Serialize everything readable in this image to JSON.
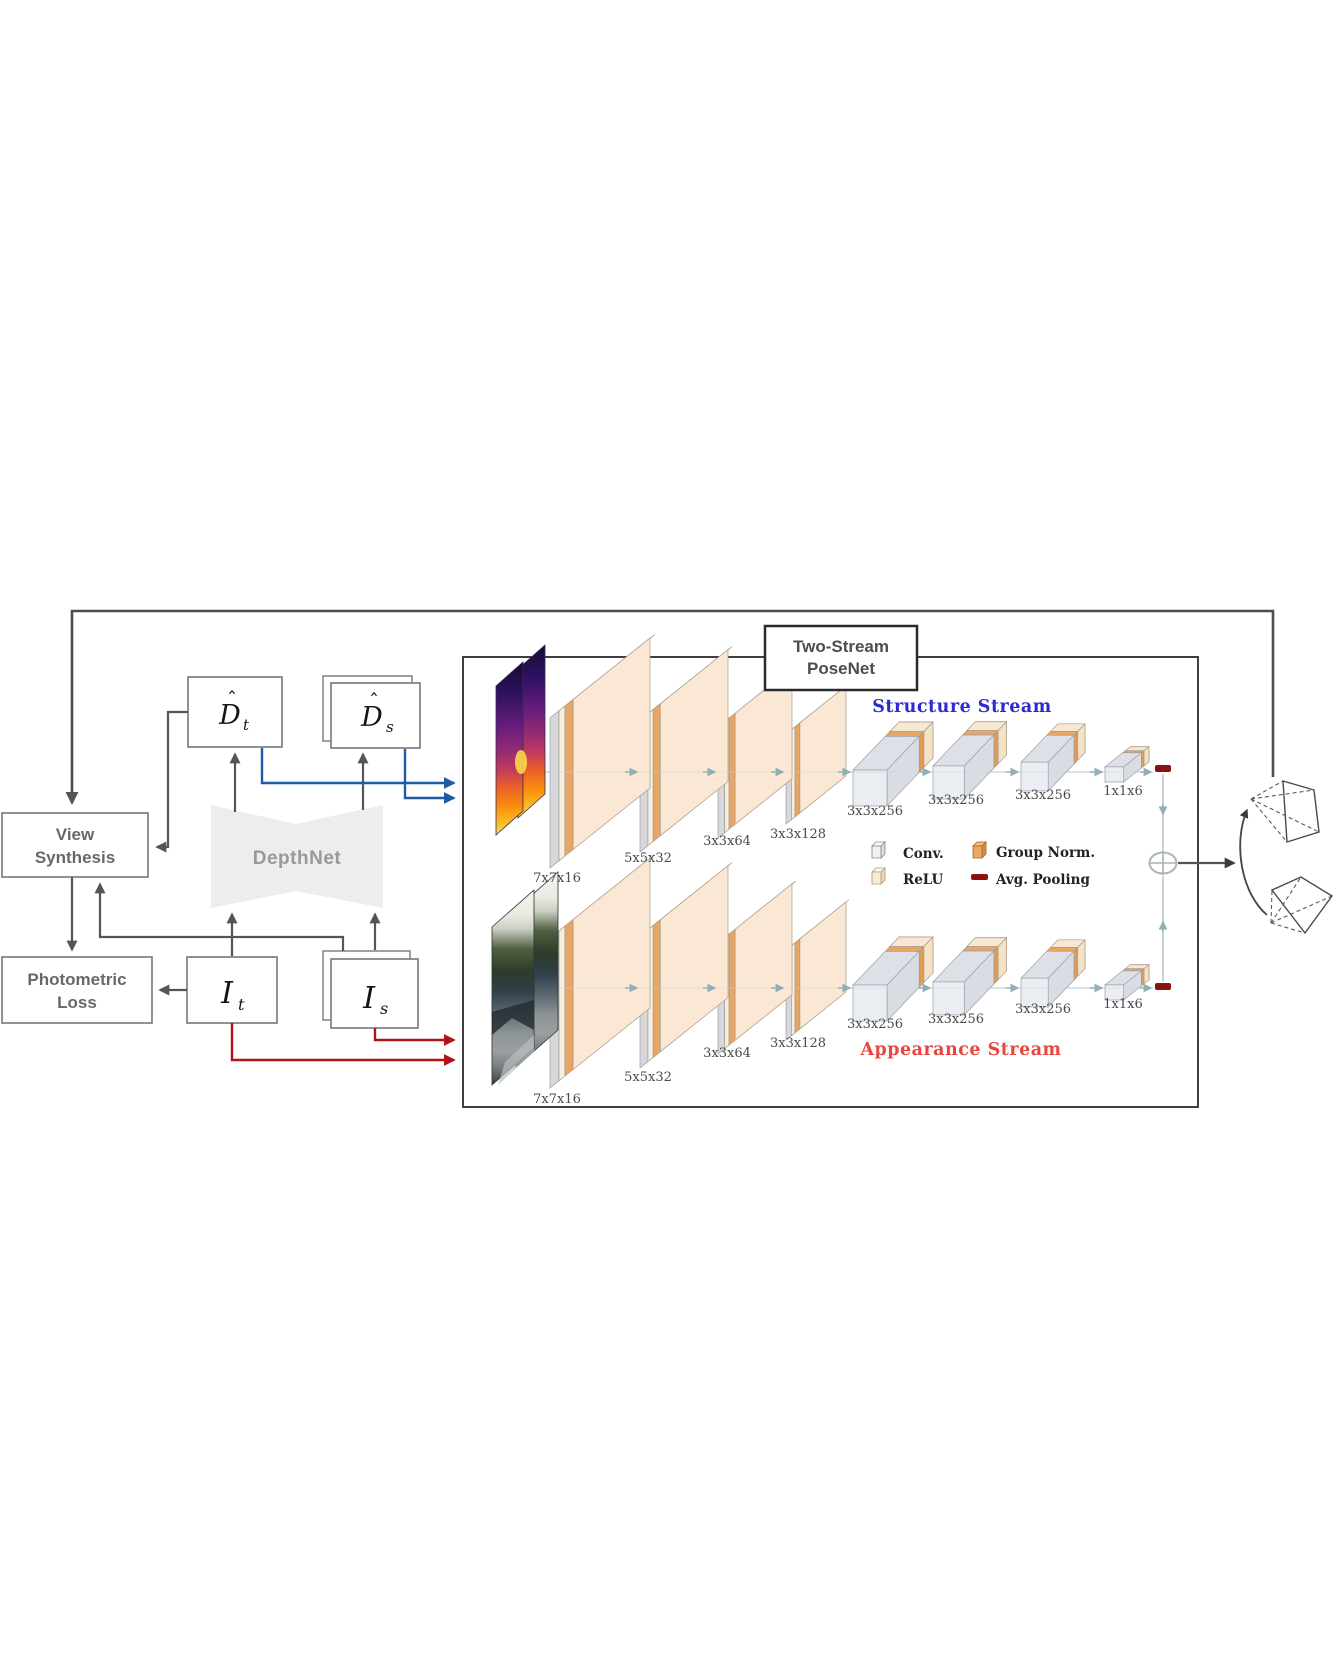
{
  "boxes": {
    "view_synthesis": {
      "line1": "View",
      "line2": "Synthesis"
    },
    "photometric_loss": {
      "line1": "Photometric",
      "line2": "Loss"
    },
    "depthnet_label": "DepthNet",
    "d_t": {
      "letter": "D",
      "hat": "ˆ",
      "sub": "t"
    },
    "d_s": {
      "letter": "D",
      "hat": "ˆ",
      "sub": "s"
    },
    "i_t": {
      "letter": "I",
      "sub": "t"
    },
    "i_s": {
      "letter": "I",
      "sub": "s"
    }
  },
  "posenet": {
    "title": {
      "line1": "Two-Stream",
      "line2": "PoseNet"
    },
    "structure_label": "Structure Stream",
    "appearance_label": "Appearance Stream",
    "structure_layers": [
      "7x7x16",
      "5x5x32",
      "3x3x64",
      "3x3x128",
      "3x3x256",
      "3x3x256",
      "3x3x256",
      "1x1x6"
    ],
    "appearance_layers": [
      "7x7x16",
      "5x5x32",
      "3x3x64",
      "3x3x128",
      "3x3x256",
      "3x3x256",
      "3x3x256",
      "1x1x6"
    ],
    "legend": {
      "conv": "Conv.",
      "relu": "ReLU",
      "group_norm": "Group Norm.",
      "avg_pooling": "Avg. Pooling"
    }
  },
  "colors": {
    "structure_label": "#2b2bd0",
    "appearance_label": "#e8473f",
    "blue_arrow": "#1f5ca8",
    "red_arrow": "#b11318",
    "gray_arrow": "#555555",
    "avg_pool_bar": "#8e1111",
    "conv_face": "#fbe8d4",
    "group_norm": "#e8a666"
  }
}
